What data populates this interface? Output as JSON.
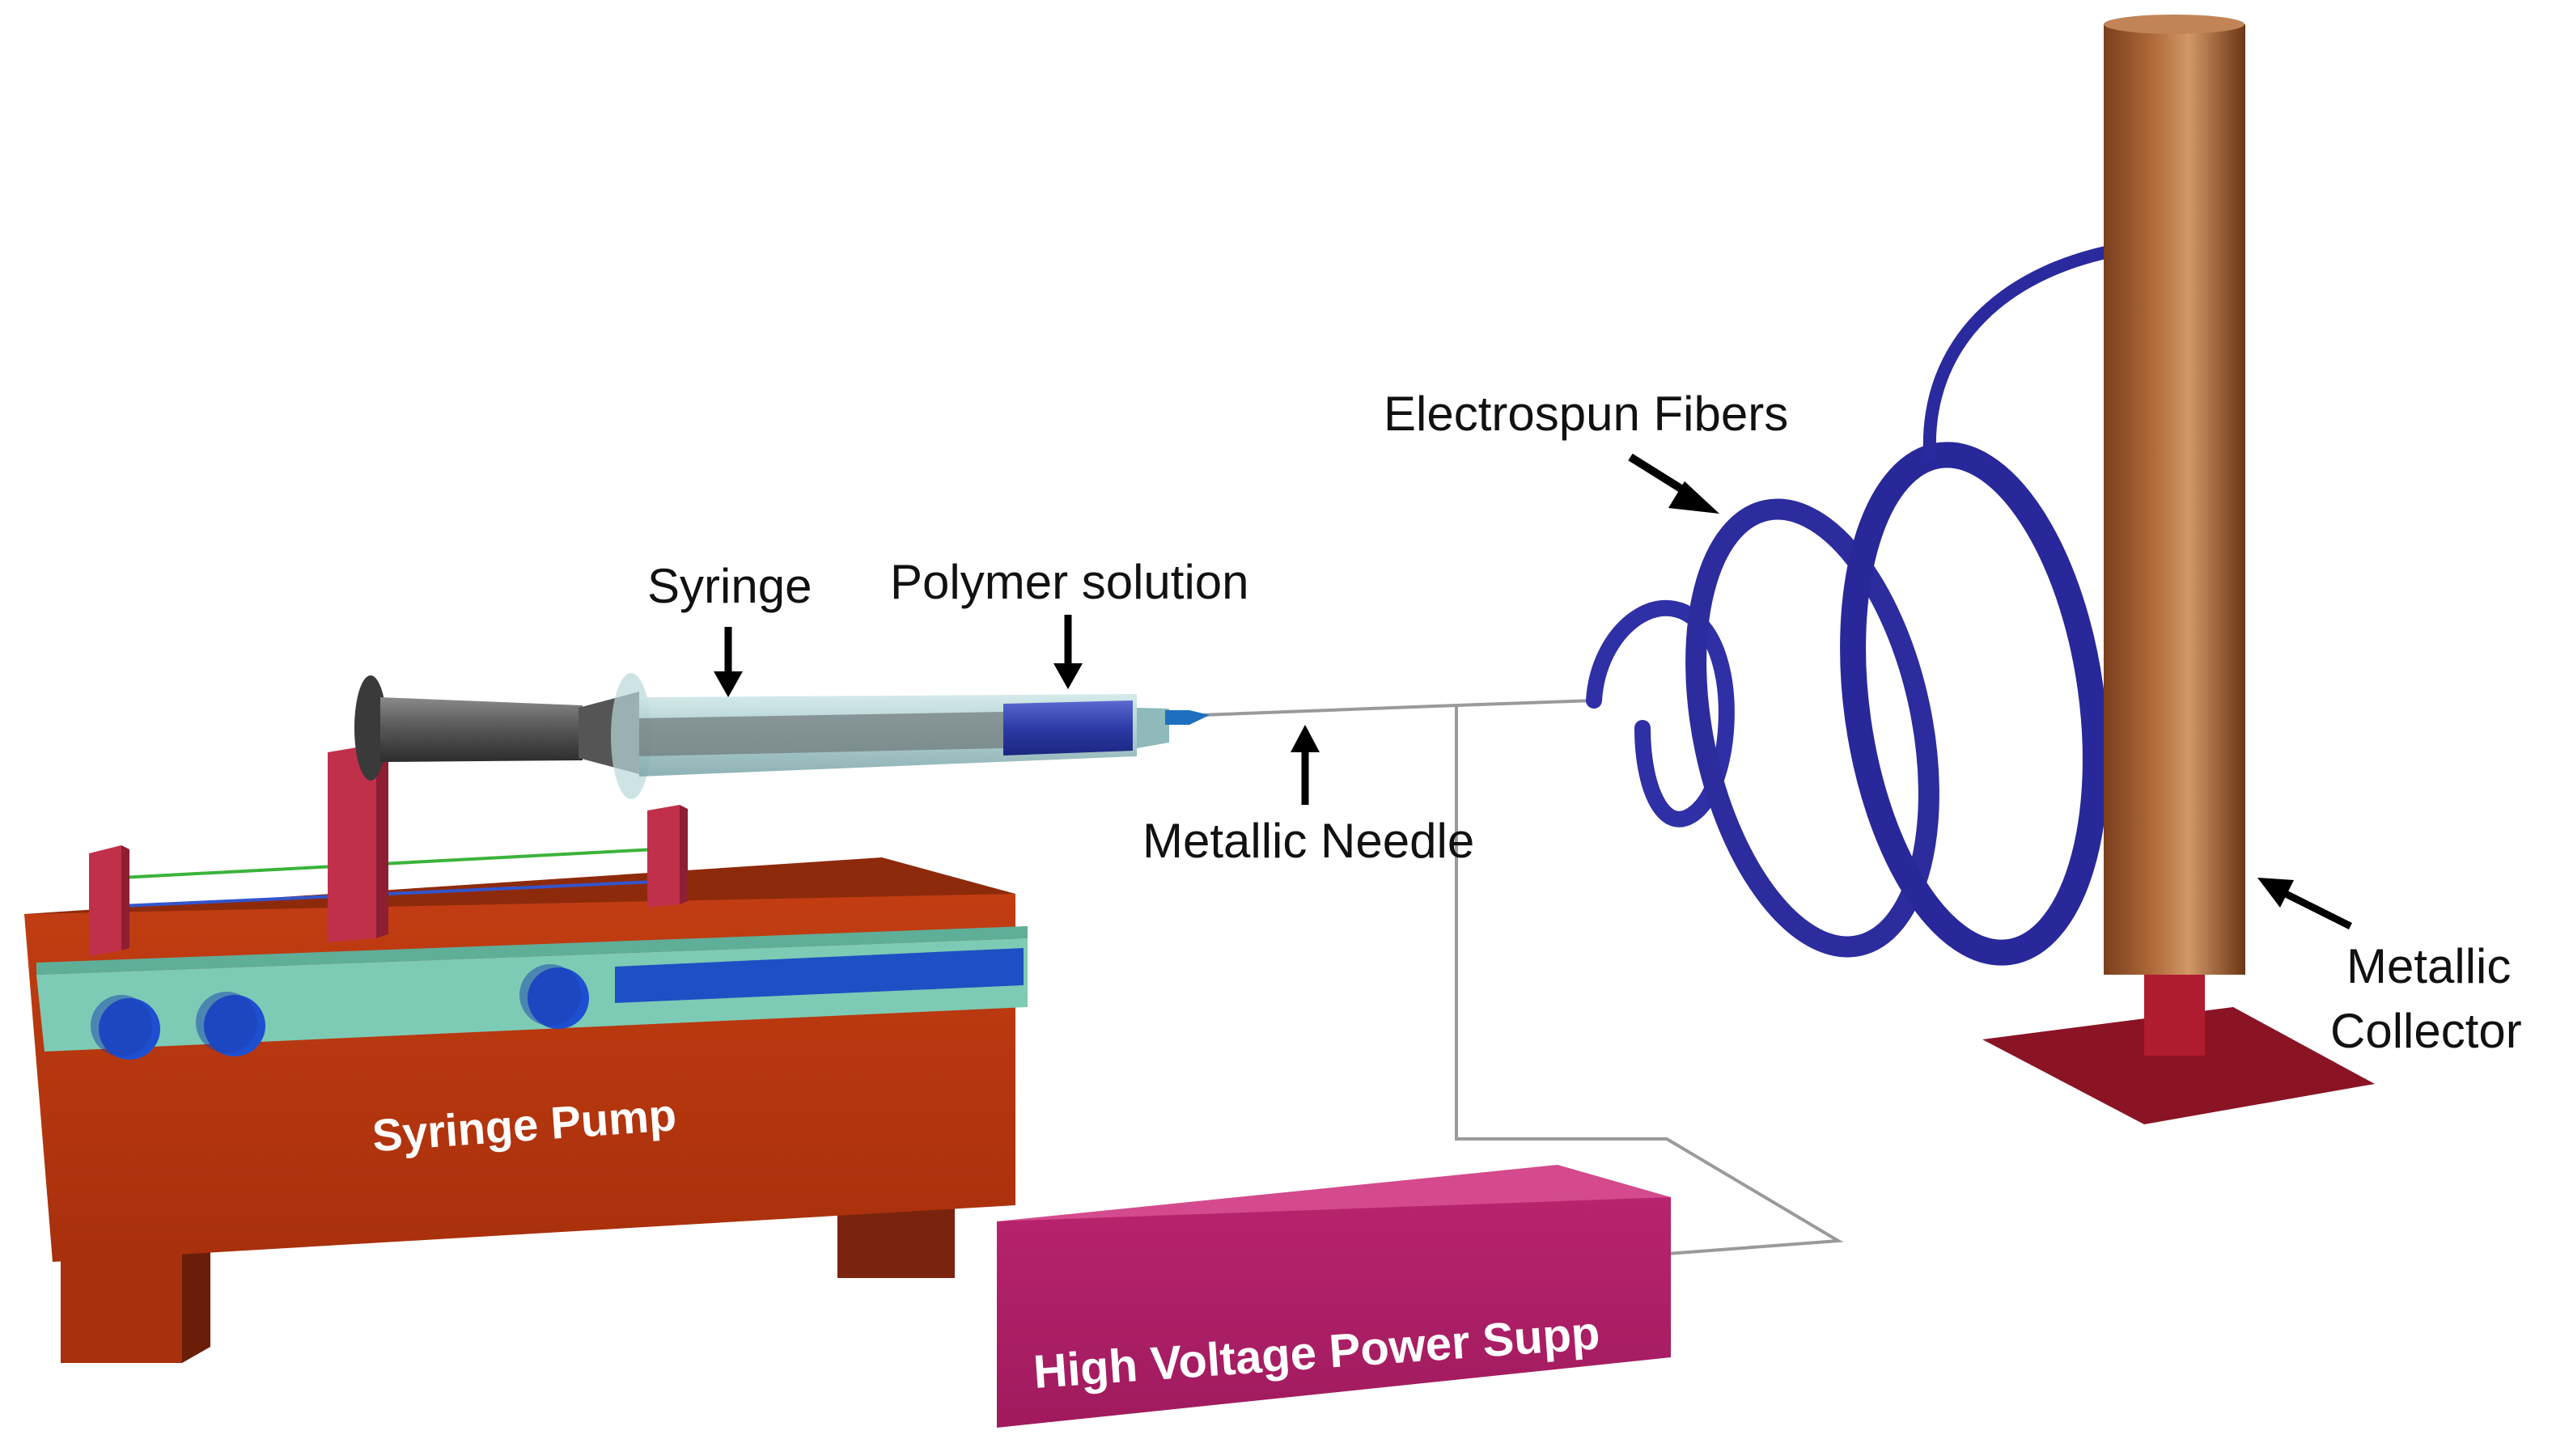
{
  "labels": {
    "syringe": "Syringe",
    "polymer_solution": "Polymer solution",
    "metallic_needle": "Metallic Needle",
    "electrospun_fibers": "Electrospun Fibers",
    "metallic_collector_line1": "Metallic",
    "metallic_collector_line2": "Collector",
    "syringe_pump": "Syringe Pump",
    "power_supply": "High Voltage Power Supp"
  },
  "colors": {
    "pump_body": "#b8350f",
    "pump_top": "#8e2a0c",
    "pump_dark": "#6a1e08",
    "pump_strip": "#7dcbb4",
    "pump_bar": "#1f4fc4",
    "knob": "#1e4fd0",
    "bracket": "#c0304a",
    "power_supply": "#b21f6a",
    "power_supply_top": "#d44a8c",
    "collector": "#9c5a2e",
    "collector_base": "#8a1424",
    "fiber": "#2a2a9e",
    "wire": "#9a9a9a"
  }
}
